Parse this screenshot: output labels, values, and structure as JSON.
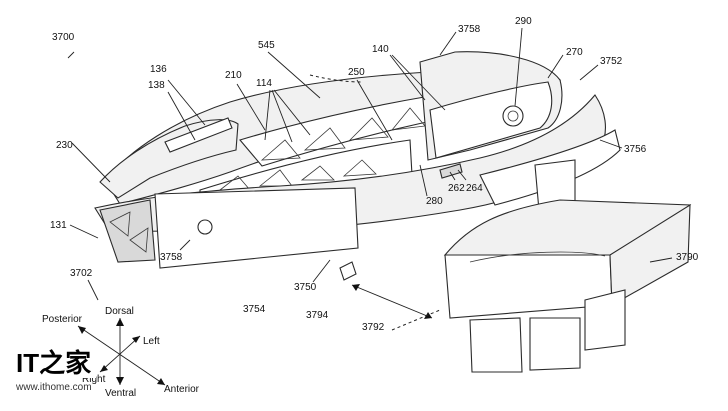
{
  "labels": {
    "fig": "3700",
    "n136": "136",
    "n138": "138",
    "n210": "210",
    "n114": "114",
    "n545": "545",
    "n250": "250",
    "n140": "140",
    "n3758a": "3758",
    "n290": "290",
    "n270": "270",
    "n3752": "3752",
    "n230": "230",
    "n3756": "3756",
    "n280": "280",
    "n262": "262",
    "n264": "264",
    "n131": "131",
    "n3702": "3702",
    "n3758b": "3758",
    "n3750": "3750",
    "n3754": "3754",
    "n3794": "3794",
    "n3792": "3792",
    "n3790": "3790"
  },
  "directions": {
    "posterior": "Posterior",
    "dorsal": "Dorsal",
    "left": "Left",
    "right": "Right",
    "ventral": "Ventral",
    "anterior": "Anterior"
  },
  "watermark": {
    "logo": "IT之家",
    "site": "www.ithome.com"
  }
}
